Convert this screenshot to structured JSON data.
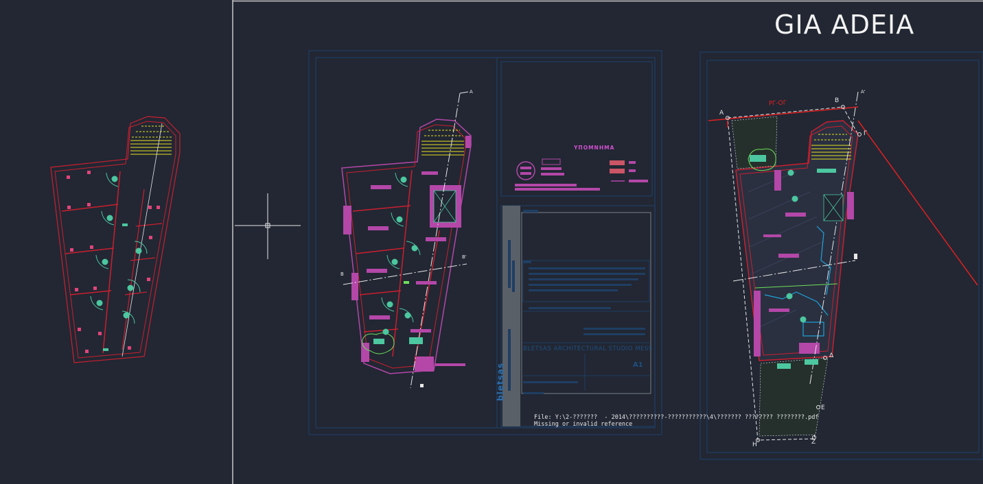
{
  "drawing": {
    "title": "GIA ADEIA",
    "legend_title": "ΥΠΟΜΝΗΜΑ",
    "file_reference_line1": "File: Y:\\2-???????  - 2014\\??????????-???????????\\4\\??????? ???????? ????????.pdf",
    "file_reference_line2": "Missing or invalid reference",
    "logo_vertical": "bletsas",
    "title_block_firm": "BLETSAS ARCHITECTURAL STUDIO MESS",
    "title_block_sheet": "A1",
    "road_label": "ΡΓ-ΟΓ",
    "point_labels": {
      "A": "A",
      "B": "B",
      "G": "Γ",
      "D": "Δ",
      "E": "E",
      "Z": "Z",
      "H": "H"
    },
    "section_labels": {
      "a": "A",
      "a2": "A'",
      "b": "B",
      "b2": "B'"
    }
  },
  "colors": {
    "background": "#222733",
    "wall_red": "#cc1f2f",
    "wall_magenta": "#b447a8",
    "stair_yellow": "#e8e020",
    "fixture_green": "#4cc7a0",
    "sheet_blue": "#1f3e63",
    "dim_white": "#e8e8e8",
    "cyan": "#1fa3d9"
  }
}
